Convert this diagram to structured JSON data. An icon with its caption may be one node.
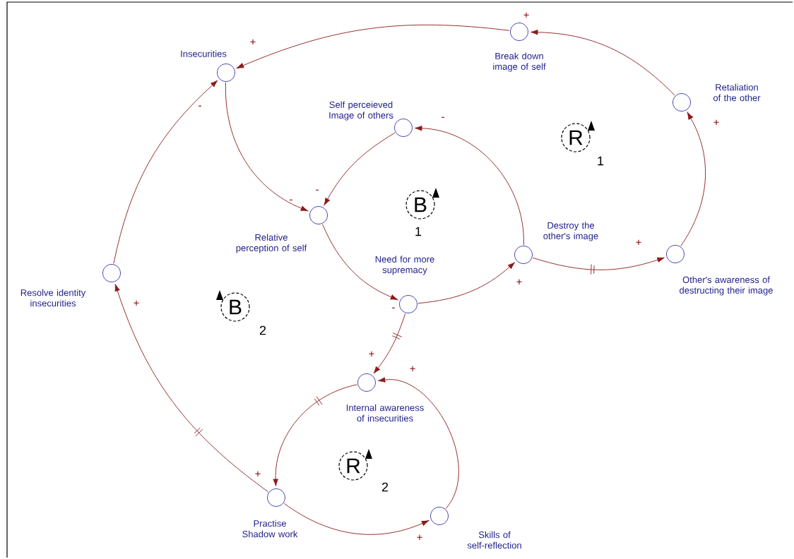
{
  "diagram": {
    "nodes": [
      {
        "text": [
          "Insecurities"
        ]
      },
      {
        "text": [
          "Break down image of self"
        ]
      },
      {
        "text": [
          "Retaliation of the other"
        ]
      },
      {
        "text": [
          "Self perceieved Image of others"
        ]
      },
      {
        "text": [
          "Relative perception of self"
        ]
      },
      {
        "text": [
          "Destroy the other's image"
        ]
      },
      {
        "text": [
          "Other's awareness of destructing their image"
        ]
      },
      {
        "text": [
          "Need for more supremacy"
        ]
      },
      {
        "text": [
          "Resolve identity insecurities"
        ]
      },
      {
        "text": [
          "Internal awareness of insecurities"
        ]
      },
      {
        "text": [
          "Practise Shadow work"
        ]
      },
      {
        "text": [
          "Skills of self-reflection"
        ]
      }
    ],
    "edges": [
      {
        "from": 1,
        "to": 0,
        "arrow": "to",
        "label": "+"
      },
      {
        "from": 2,
        "to": 1,
        "arrow": "to",
        "label": "+"
      },
      {
        "from": 6,
        "to": 2,
        "arrow": "to",
        "label": "+"
      },
      {
        "from": 5,
        "to": 6,
        "arrow": "to",
        "label": "+"
      },
      {
        "from": 7,
        "to": 5,
        "arrow": "to",
        "label": "+"
      },
      {
        "from": 4,
        "to": 7,
        "arrow": "to",
        "label": "-"
      },
      {
        "from": 0,
        "to": 4,
        "arrow": "to",
        "label": "-"
      },
      {
        "from": 3,
        "to": 4,
        "arrow": "to",
        "label": "-"
      },
      {
        "from": 5,
        "to": 3,
        "arrow": "to",
        "label": "-"
      },
      {
        "from": 8,
        "to": 0,
        "arrow": "to",
        "label": "-"
      },
      {
        "from": 10,
        "to": 8,
        "arrow": "to",
        "label": "+"
      },
      {
        "from": 9,
        "to": 10,
        "arrow": "to",
        "label": "+"
      },
      {
        "from": 10,
        "to": 11,
        "arrow": "to",
        "label": "+"
      },
      {
        "from": 11,
        "to": 9,
        "arrow": "to",
        "label": "+"
      },
      {
        "from": 7,
        "to": 9,
        "arrow": "to",
        "label": "+"
      }
    ],
    "labels": [
      "R",
      "1",
      "B",
      "1",
      "B",
      "2",
      "R",
      "2"
    ]
  }
}
